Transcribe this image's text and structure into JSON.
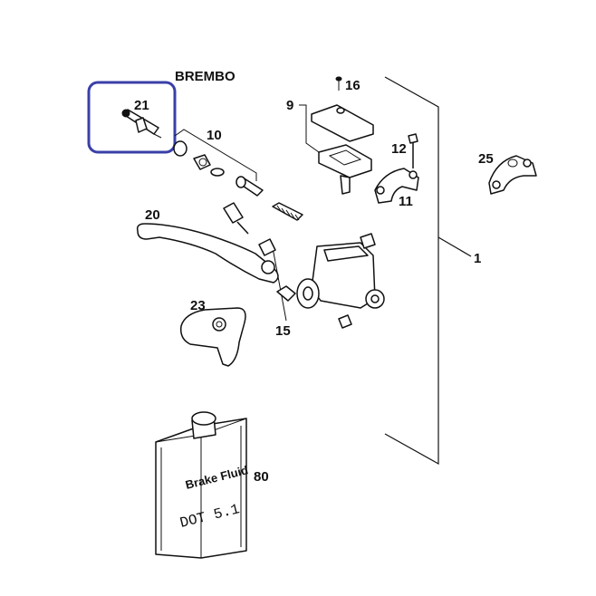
{
  "brand": "BREMBO",
  "highlight_color": "#3a3fa8",
  "highlighted_part": "21",
  "labels": {
    "p1": "1",
    "p9": "9",
    "p10": "10",
    "p11": "11",
    "p12": "12",
    "p15": "15",
    "p16": "16",
    "p20": "20",
    "p21": "21",
    "p23": "23",
    "p25": "25",
    "p80": "80"
  },
  "bottle": {
    "line1": "Brake Fluid",
    "line2": "DOT 5.1"
  }
}
